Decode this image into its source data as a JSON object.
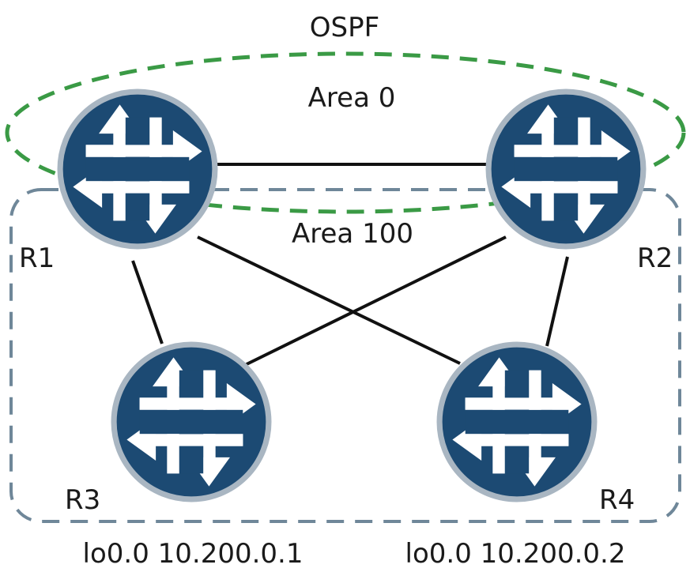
{
  "title": "OSPF",
  "areas": {
    "area0": {
      "label": "Area 0",
      "color": "#3a9a45"
    },
    "area100": {
      "label": "Area 100",
      "color": "#6f8799"
    }
  },
  "routers": {
    "r1": {
      "label": "R1",
      "icon": "router-icon"
    },
    "r2": {
      "label": "R2",
      "icon": "router-icon"
    },
    "r3": {
      "label": "R3",
      "icon": "router-icon",
      "loopback": "lo0.0 10.200.0.1"
    },
    "r4": {
      "label": "R4",
      "icon": "router-icon",
      "loopback": "lo0.0 10.200.0.2"
    }
  },
  "links": [
    {
      "from": "R1",
      "to": "R2"
    },
    {
      "from": "R1",
      "to": "R3"
    },
    {
      "from": "R1",
      "to": "R4"
    },
    {
      "from": "R2",
      "to": "R3"
    },
    {
      "from": "R2",
      "to": "R4"
    }
  ],
  "colors": {
    "router_fill": "#1c4a73",
    "router_ring": "#a9b6c2",
    "arrow": "#ffffff",
    "link": "#111111"
  }
}
